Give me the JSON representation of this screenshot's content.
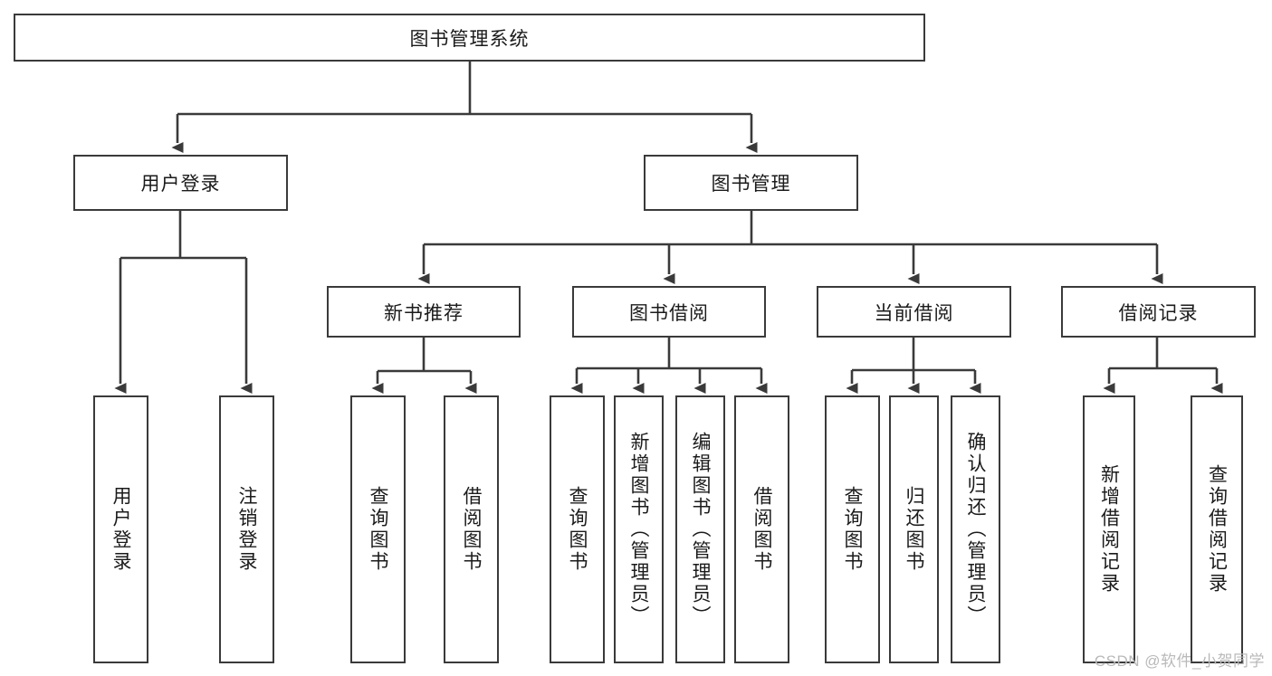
{
  "diagram": {
    "type": "tree-hierarchy",
    "title": "图书管理系统",
    "watermark": "CSDN @软件_小贺同学",
    "colors": {
      "stroke": "#3a3a3a",
      "fill": "#ffffff",
      "text": "#1b1b1b",
      "watermark": "#b9b9b9"
    },
    "levels": {
      "root": {
        "label": "图书管理系统"
      },
      "level2": [
        {
          "id": "user-login",
          "label": "用户登录"
        },
        {
          "id": "book-manage",
          "label": "图书管理"
        }
      ],
      "level3": [
        {
          "id": "new-book-rec",
          "label": "新书推荐"
        },
        {
          "id": "book-borrow",
          "label": "图书借阅"
        },
        {
          "id": "current-borrow",
          "label": "当前借阅"
        },
        {
          "id": "borrow-record",
          "label": "借阅记录"
        }
      ],
      "leaves": {
        "user-login": [
          {
            "id": "leaf-user-login",
            "label": "用户登录"
          },
          {
            "id": "leaf-logout",
            "label": "注销登录"
          }
        ],
        "new-book-rec": [
          {
            "id": "leaf-query-book-1",
            "label": "查询图书"
          },
          {
            "id": "leaf-borrow-book-1",
            "label": "借阅图书"
          }
        ],
        "book-borrow": [
          {
            "id": "leaf-query-book-2",
            "label": "查询图书"
          },
          {
            "id": "leaf-add-book",
            "label": "新增图书（管理员）"
          },
          {
            "id": "leaf-edit-book",
            "label": "编辑图书（管理员）"
          },
          {
            "id": "leaf-borrow-book-2",
            "label": "借阅图书"
          }
        ],
        "current-borrow": [
          {
            "id": "leaf-query-book-3",
            "label": "查询图书"
          },
          {
            "id": "leaf-return-book",
            "label": "归还图书"
          },
          {
            "id": "leaf-confirm-return",
            "label": "确认归还（管理员）"
          }
        ],
        "borrow-record": [
          {
            "id": "leaf-add-record",
            "label": "新增借阅记录"
          },
          {
            "id": "leaf-query-record",
            "label": "查询借阅记录"
          }
        ]
      }
    }
  }
}
